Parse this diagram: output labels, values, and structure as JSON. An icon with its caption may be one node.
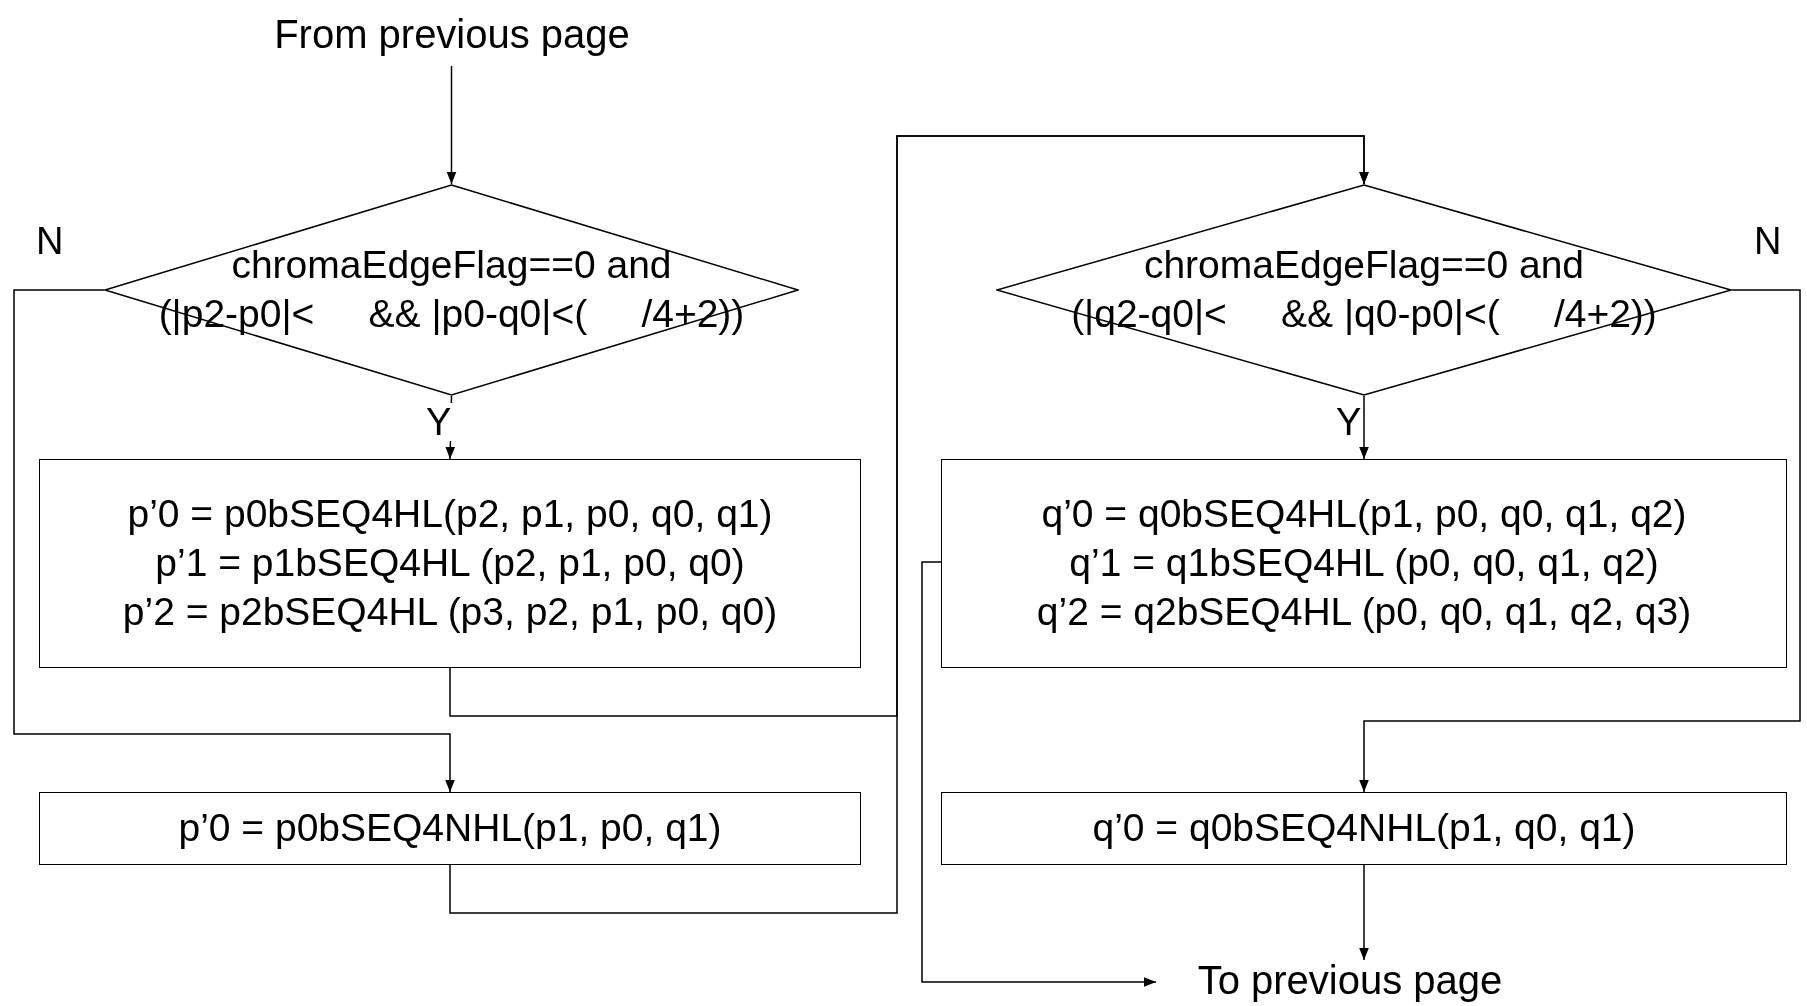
{
  "diagram": {
    "nodes": [
      {
        "text": [
          "From previous page"
        ]
      },
      {
        "text": [
          "chromaEdgeFlag==0 and",
          "(|p2-p0|<     && |p0-q0|<(     /4+2))"
        ]
      },
      {
        "text": [
          "p’0 = p0bSEQ4HL(p2, p1, p0, q0, q1)",
          "p’1 = p1bSEQ4HL (p2, p1, p0, q0)",
          "p’2 = p2bSEQ4HL (p3, p2, p1, p0, q0)"
        ]
      },
      {
        "text": [
          "p’0 = p0bSEQ4NHL(p1, p0, q1)"
        ]
      },
      {
        "text": [
          "chromaEdgeFlag==0 and",
          "(|q2-q0|<     && |q0-p0|<(     /4+2))"
        ]
      },
      {
        "text": [
          "q’0 = q0bSEQ4HL(p1, p0, q0, q1, q2)",
          "q’1 = q1bSEQ4HL (p0, q0, q1, q2)",
          "q’2 = q2bSEQ4HL (p0, q0, q1, q2, q3)"
        ]
      },
      {
        "text": [
          "q’0 = q0bSEQ4NHL(p1, q0, q1)"
        ]
      },
      {
        "text": [
          "To previous page"
        ]
      }
    ],
    "edges": [
      {
        "from": 0,
        "to": 1,
        "arrow": "to"
      },
      {
        "from": 1,
        "to": 2,
        "arrow": "to",
        "label": "Y"
      },
      {
        "from": 1,
        "to": 3,
        "arrow": "to",
        "label": "N"
      },
      {
        "from": 2,
        "to": 4,
        "arrow": "to"
      },
      {
        "from": 3,
        "to": 4,
        "arrow": "to"
      },
      {
        "from": 4,
        "to": 5,
        "arrow": "to",
        "label": "Y"
      },
      {
        "from": 4,
        "to": 6,
        "arrow": "to",
        "label": "N"
      },
      {
        "from": 5,
        "to": 7,
        "arrow": "to"
      },
      {
        "from": 6,
        "to": 7,
        "arrow": "to"
      }
    ]
  }
}
